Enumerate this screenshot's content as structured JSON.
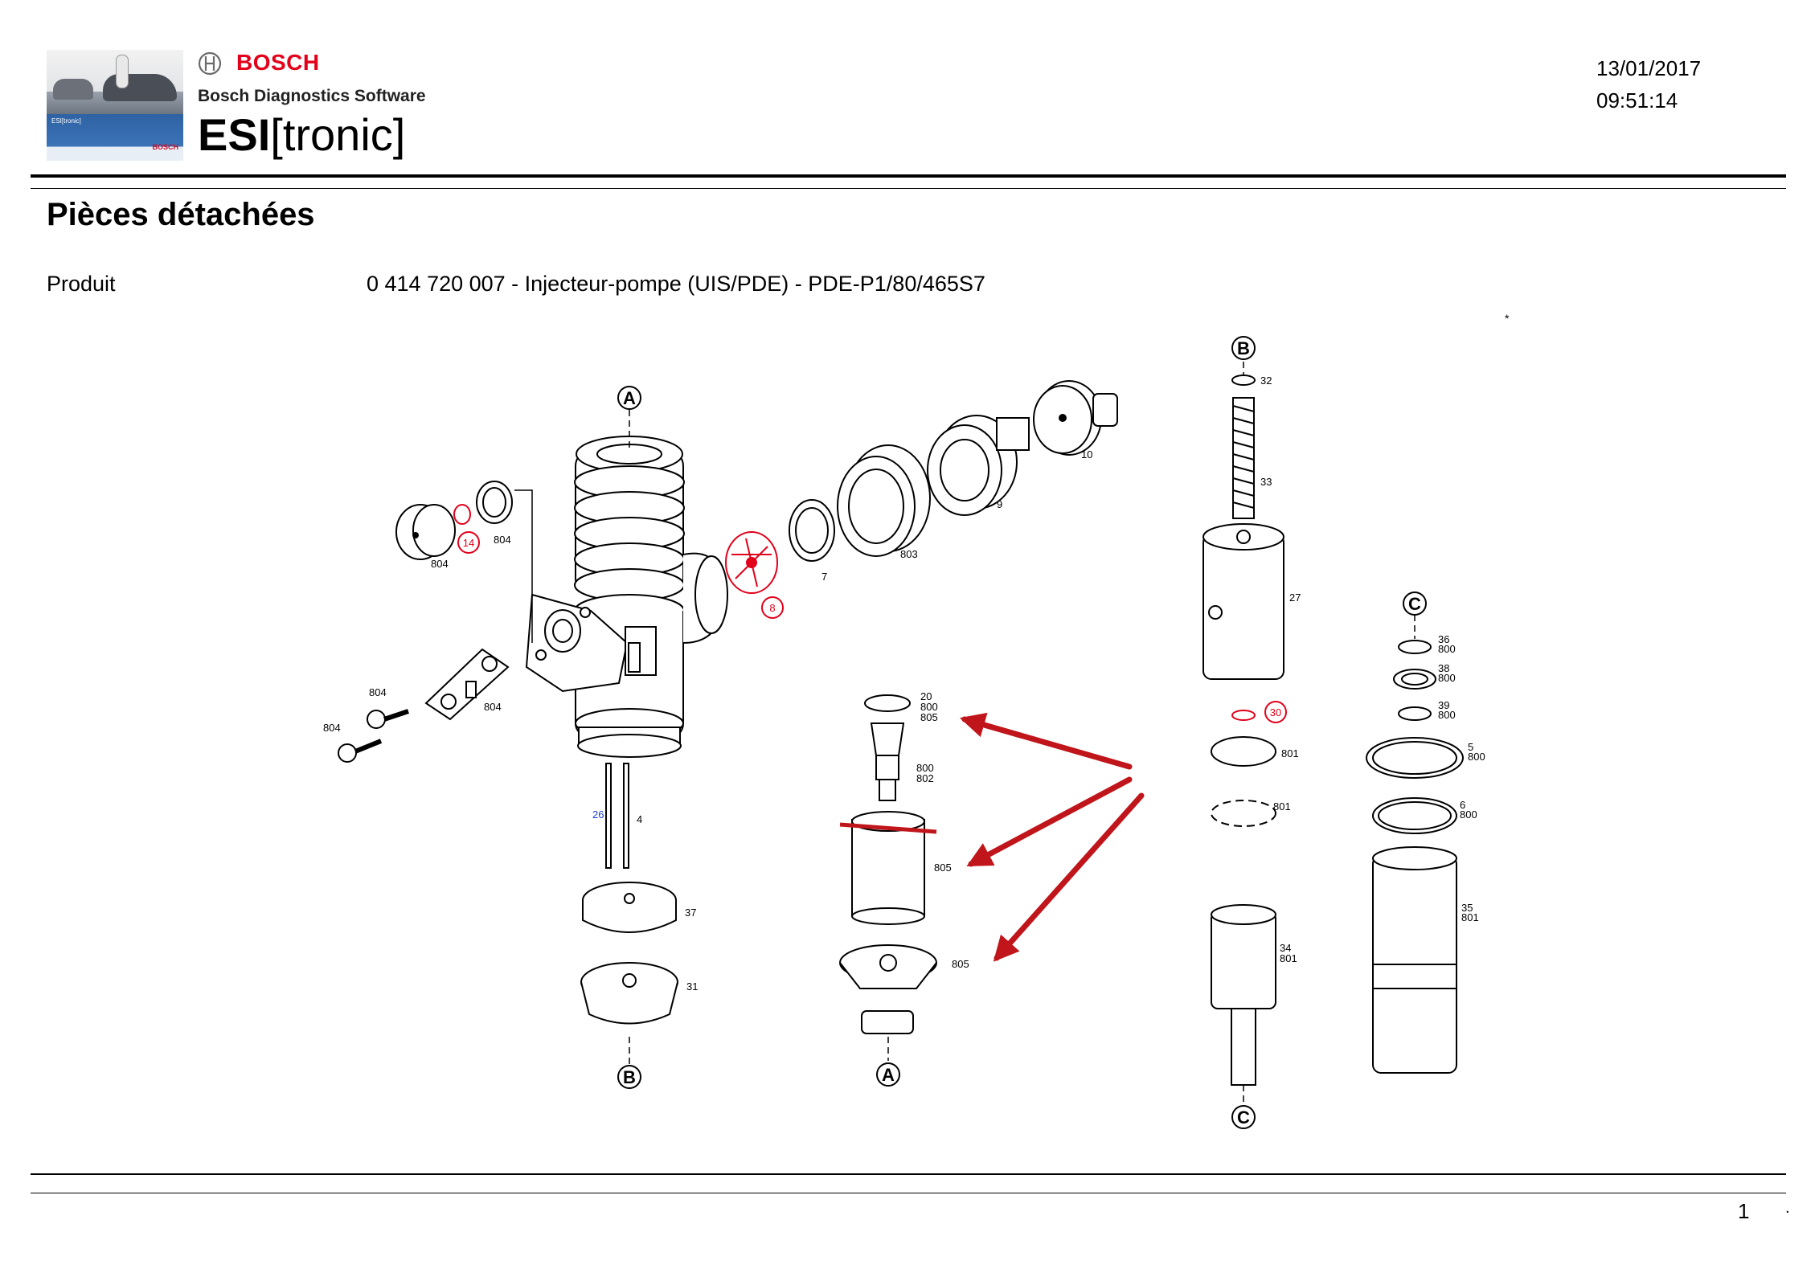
{
  "header": {
    "brand": "BOSCH",
    "software_name": "Bosch Diagnostics Software",
    "product_bold": "ESI",
    "product_rest": "[tronic]",
    "photo_band_text": "ESI[tronic]",
    "photo_band_logo": "BOSCH",
    "date": "13/01/2017",
    "time": "09:51:14"
  },
  "page": {
    "title": "Pièces détachées",
    "product_label": "Produit",
    "product_value": "0 414 720 007 - Injecteur-pompe (UIS/PDE) - PDE-P1/80/465S7",
    "page_number": "1",
    "trailing_mark": ".",
    "stray_mark": "*"
  },
  "diagram": {
    "connectors": {
      "A_top": "A",
      "A_bottom": "A",
      "B_top": "B",
      "B_bottom": "B",
      "C_top": "C",
      "C_bottom": "C"
    },
    "labels": {
      "l14": "14",
      "l804a": "804",
      "l804b": "804",
      "l804c": "804",
      "l804d": "804",
      "l804e": "804",
      "l8": "8",
      "l7": "7",
      "l803": "803",
      "l9": "9",
      "l10": "10",
      "l26": "26",
      "l4": "4",
      "l37": "37",
      "l31": "31",
      "l20": "20",
      "l800a": "800",
      "l805a": "805",
      "l800b": "800",
      "l802": "802",
      "l805b": "805",
      "l805c": "805",
      "l32": "32",
      "l33": "33",
      "l27": "27",
      "l30": "30",
      "l801a": "801",
      "l801b": "801",
      "l34": "34",
      "l801c": "801",
      "l36": "36",
      "l800c": "800",
      "l38": "38",
      "l800d": "800",
      "l39": "39",
      "l800e": "800",
      "l5": "5",
      "l800f": "800",
      "l6": "6",
      "l800g": "800",
      "l35": "35",
      "l801d": "801"
    },
    "highlight_color": "#e2001a",
    "arrow_color": "#c0161b",
    "link_label_color": "#1f3fd6"
  }
}
